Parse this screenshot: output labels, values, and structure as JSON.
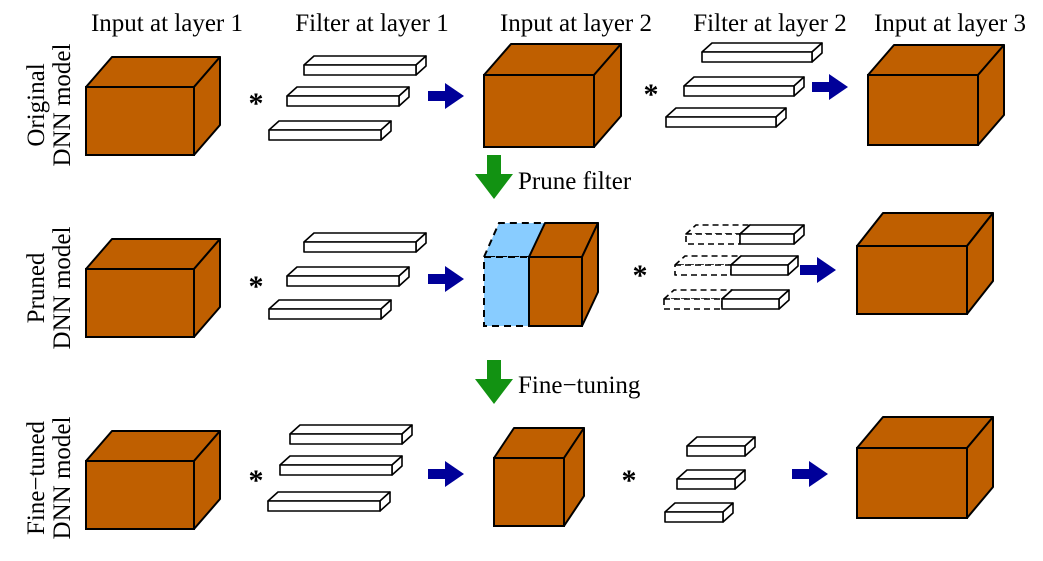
{
  "columns": {
    "input1": "Input at layer 1",
    "filter1": "Filter at layer 1",
    "input2": "Input at layer 2",
    "filter2": "Filter at layer 2",
    "input3": "Input at layer 3"
  },
  "rows": {
    "original": {
      "line1": "Original",
      "line2": "DNN model"
    },
    "pruned": {
      "line1": "Pruned",
      "line2": "DNN model"
    },
    "finetuned": {
      "line1": "Fine−tuned",
      "line2": "DNN model"
    }
  },
  "steps": {
    "prune": "Prune filter",
    "finetune": "Fine−tuning"
  },
  "operator": "*",
  "colors": {
    "cube_fill": "#BF5F00",
    "pruned_fill": "#88CCFF",
    "arrow_blue": "#000099",
    "arrow_green": "#129212",
    "outline": "#000000"
  }
}
